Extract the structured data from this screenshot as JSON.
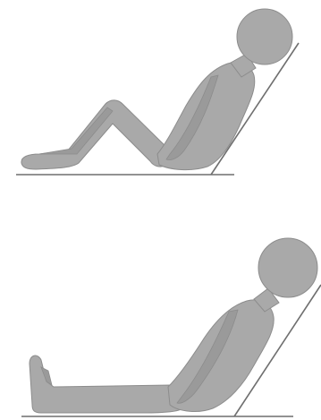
{
  "figure": {
    "panels": [
      {
        "id": "top",
        "depicts": "knees-bent"
      },
      {
        "id": "bottom",
        "depicts": "legs-extended"
      }
    ],
    "colors": {
      "background": "#ffffff",
      "figure_fill": "#a9a9a9",
      "figure_outline": "#8c8c8c",
      "figure_shadow": "#9a9a9a",
      "lines": "#6f6f6f"
    }
  }
}
